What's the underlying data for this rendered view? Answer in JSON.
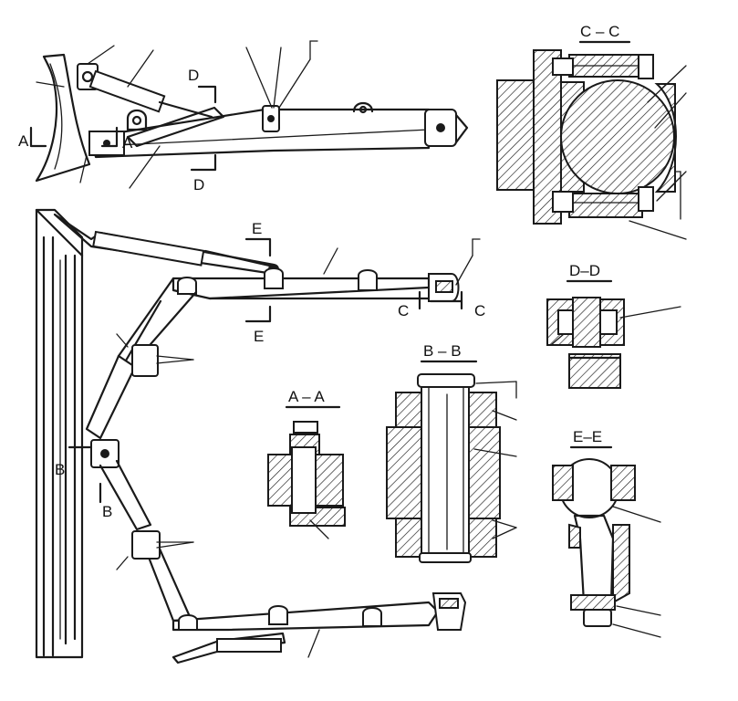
{
  "sections": {
    "cc": "C – C",
    "dd": "D–D",
    "aa": "A – A",
    "bb": "B – B",
    "ee": "E–E"
  },
  "markers": {
    "a_left": "A",
    "a_right": "A",
    "d_top": "D",
    "d_bottom": "D",
    "e_top": "E",
    "e_bottom": "E",
    "c_left": "C",
    "c_right": "C",
    "b_upper": "B",
    "b_lower": "B"
  }
}
